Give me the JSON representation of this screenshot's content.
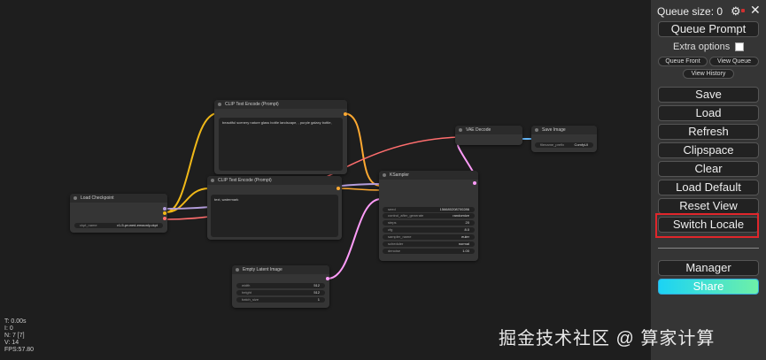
{
  "stats": {
    "lines": [
      "T: 0.00s",
      "I: 0",
      "N: 7 [7]",
      "V: 14",
      "FPS:57.80"
    ]
  },
  "nodes": {
    "clip_top": {
      "title": "CLIP Text Encode (Prompt)",
      "text": "beautiful scenery nature glass bottle landscape, , purple galaxy bottle,"
    },
    "clip_bottom": {
      "title": "CLIP Text Encode (Prompt)",
      "text": "text, watermark"
    },
    "load_checkpoint": {
      "title": "Load Checkpoint",
      "widget_label": "ckpt_name",
      "widget_value": "v1-5-pruned-emaonly.ckpt"
    },
    "vae_decode": {
      "title": "VAE Decode"
    },
    "save_image": {
      "title": "Save Image",
      "widget_label": "filename_prefix",
      "widget_value": "ComfyUI"
    },
    "ksampler": {
      "title": "KSampler",
      "widgets": [
        {
          "label": "seed",
          "value": "156680208700286"
        },
        {
          "label": "control_after_generate",
          "value": "randomize"
        },
        {
          "label": "steps",
          "value": "20"
        },
        {
          "label": "cfg",
          "value": "8.0"
        },
        {
          "label": "sampler_name",
          "value": "euler"
        },
        {
          "label": "scheduler",
          "value": "normal"
        },
        {
          "label": "denoise",
          "value": "1.00"
        }
      ]
    },
    "empty_latent": {
      "title": "Empty Latent Image",
      "widgets": [
        {
          "label": "width",
          "value": "512"
        },
        {
          "label": "height",
          "value": "512"
        },
        {
          "label": "batch_size",
          "value": "1"
        }
      ]
    }
  },
  "panel": {
    "queue_size": "Queue size: 0",
    "gear_icon": "⚙",
    "close_icon": "✕",
    "queue_prompt": "Queue Prompt",
    "extra_options": "Extra options",
    "queue_front": "Queue Front",
    "view_queue": "View Queue",
    "view_history": "View History",
    "save": "Save",
    "load": "Load",
    "refresh": "Refresh",
    "clipspace": "Clipspace",
    "clear": "Clear",
    "load_default": "Load Default",
    "reset_view": "Reset View",
    "switch_locale": "Switch Locale",
    "manager": "Manager",
    "share": "Share"
  },
  "watermark": "掘金技术社区 @ 算家计算",
  "colors": {
    "highlight": "#e0262b",
    "clip_link": "#f0b818",
    "model_link": "#b39ddb",
    "latent_link": "#ff9cf9",
    "vae_link": "#ff6e6e",
    "image_link": "#64b5f6",
    "conditioning_link": "#ffa931"
  }
}
